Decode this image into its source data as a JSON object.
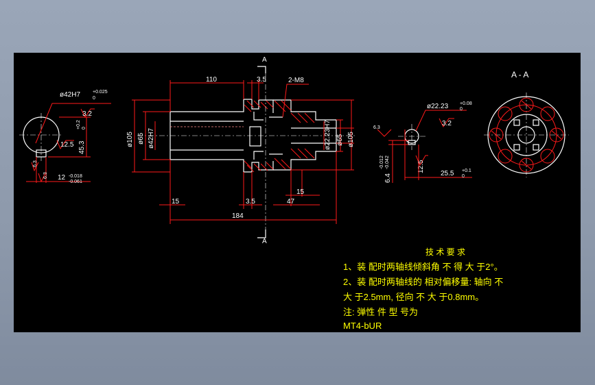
{
  "colors": {
    "background": "#000000",
    "dimension": "#ff1a1a",
    "outline": "#ffffff",
    "notes": "#ffff00",
    "window": "#9aa6b8"
  },
  "section": {
    "cut_label_top": "A",
    "cut_label_bottom": "A",
    "title": "A - A"
  },
  "left_view": {
    "bore_fit": "ø42H7",
    "bore_tol_upper": "+0.025",
    "bore_tol_lower": "0",
    "roughness_main": "3.2",
    "keyway_depth": "45.3",
    "keyway_depth_tol_upper": "+0.2",
    "keyway_depth_tol_lower": "0",
    "keyway_roughness": "12.5",
    "side_roughness_a": "6.3",
    "side_roughness_b": "6.3",
    "keyway_width": "12",
    "keyway_width_tol_upper": "-0.018",
    "keyway_width_tol_lower": "-0.061"
  },
  "main_view": {
    "len_110": "110",
    "len_35_top": "3.5",
    "thread": "2-M8",
    "dia_105_left": "ø105",
    "dia_65_left": "ø65",
    "bore_42": "ø42H7",
    "bore_22": "ø22.23H7",
    "dia_65_right": "ø65",
    "dia_105_right": "ø105",
    "len_15_right": "15",
    "len_15_left": "15",
    "len_35_bottom": "3.5",
    "len_47": "47",
    "len_184": "184"
  },
  "right_view": {
    "bore": "ø22.23",
    "bore_tol_upper": "+0.08",
    "bore_tol_lower": "0",
    "roughness_main": "3.2",
    "roughness_side": "6.3",
    "keyway_width": "6.4",
    "keyway_width_tol_upper": "-0.012",
    "keyway_width_tol_lower": "-0.042",
    "keyway_roughness": "12.5",
    "keyway_depth": "25.5",
    "keyway_depth_tol_upper": "+0.1",
    "keyway_depth_tol_lower": "0"
  },
  "notes": {
    "heading": "技 术 要 求",
    "line1": "1、装 配时两轴线倾斜角 不 得 大 于2°。",
    "line2": "2、装 配时两轴线的 相对偏移量: 轴向 不",
    "line3": "大 于2.5mm, 径向 不 大 于0.8mm。",
    "line4": "注: 弹性 件 型 号为",
    "line5": "MT4-bUR"
  }
}
